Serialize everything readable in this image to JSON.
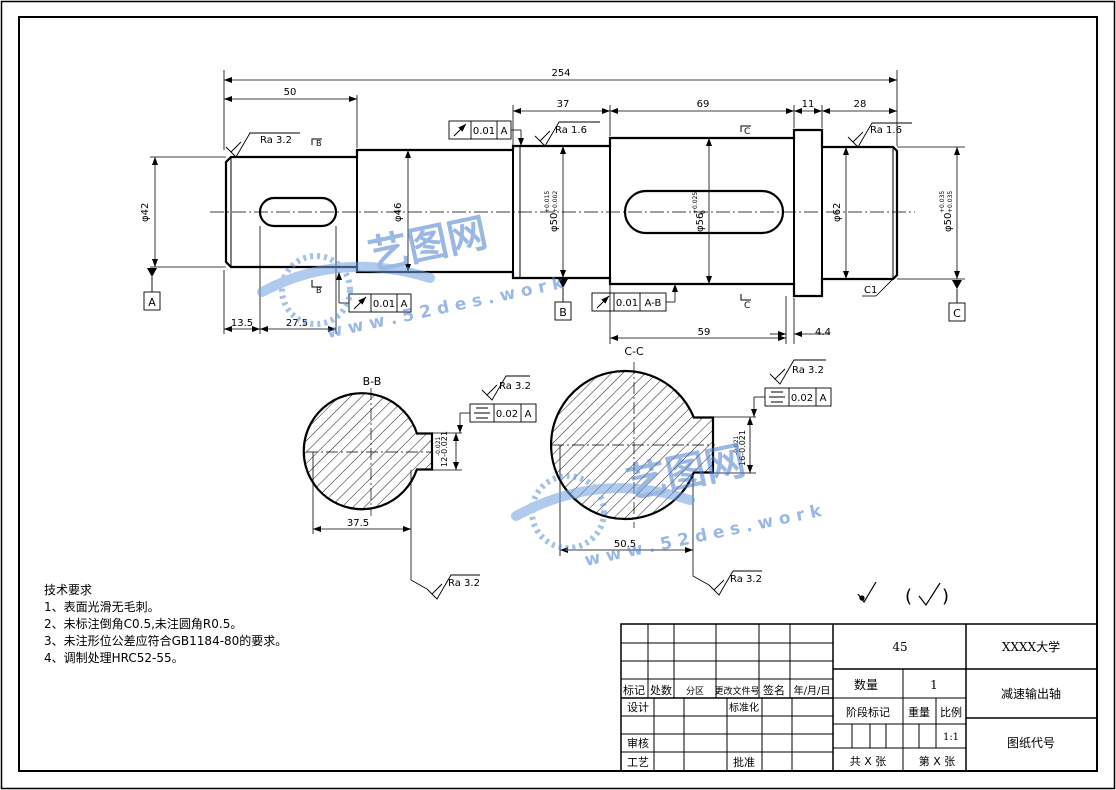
{
  "dimensions": {
    "overall_length": "254",
    "left_segment": "50",
    "seg_37": "37",
    "seg_69": "69",
    "seg_11": "11",
    "seg_28": "28",
    "bottom_13_5": "13.5",
    "bottom_27_5": "27.5",
    "bottom_59": "59",
    "bottom_4_4": "4.4",
    "phi42": "φ42",
    "phi46": "φ46",
    "phi50_left": "φ50",
    "phi50_left_tol_upper": "+0.015",
    "phi50_left_tol_lower": "+0.002",
    "phi56": "φ56",
    "phi56_tol_upper": "+0.025",
    "phi56_tol_lower": "0",
    "phi62": "φ62",
    "phi50_right": "φ50",
    "phi50_right_tol_upper": "+0.035",
    "phi50_right_tol_lower": "+0.035",
    "chamfer": "C1"
  },
  "roughness": {
    "ra32": "Ra 3.2",
    "ra16": "Ra 1.6"
  },
  "tolerance_frames": {
    "runout_a_value": "0.01",
    "runout_a_datum": "A",
    "runout_ab_value": "0.01",
    "runout_ab_datum": "A-B",
    "sym_bb_value": "0.02",
    "sym_bb_datum": "A",
    "sym_cc_value": "0.02",
    "sym_cc_datum": "A"
  },
  "datums": {
    "a": "A",
    "b": "B",
    "c": "C"
  },
  "section_marks": {
    "b_upper": "B",
    "b_lower": "B",
    "c_upper": "C",
    "c_lower": "C"
  },
  "sections": {
    "bb_title": "B-B",
    "bb_width": "37.5",
    "bb_keyway": "12-0.021",
    "bb_keyway_tol": "-0.021",
    "cc_title": "C-C",
    "cc_width": "50.5",
    "cc_keyway": "16-0.021",
    "cc_keyway_tol": "-0.021"
  },
  "watermarks": [
    {
      "main": "艺图网",
      "url": "w w w . 5 2 d e s . w o r k"
    },
    {
      "main": "艺图网",
      "url": "w w w . 5 2 d e s . w o r k"
    }
  ],
  "requirements": {
    "heading": "技术要求",
    "items": [
      "1、表面光滑无毛刺。",
      "2、未标注倒角C0.5,未注圆角R0.5。",
      "3、未注形位公差应符合GB1184-80的要求。",
      "4、调制处理HRC52-55。"
    ]
  },
  "symbols": {
    "rest_open": "(",
    "rest_close": ")"
  },
  "title_block": {
    "material": "45",
    "school": "XXXX大学",
    "part_name": "减速输出轴",
    "drawing_code": "图纸代号",
    "quantity_label": "数量",
    "quantity_value": "1",
    "stage_label": "阶段标记",
    "weight_label": "重量",
    "scale_label": "比例",
    "scale_value": "1:1",
    "total_sheets": "共 X 张",
    "sheet_no": "第 X 张",
    "col_mark": "标记",
    "col_count": "处数",
    "col_zone": "分区",
    "col_doc": "更改文件号",
    "col_sign": "签名",
    "col_date": "年/月/日",
    "design": "设计",
    "standard": "标准化",
    "review": "审核",
    "process": "工艺",
    "approve": "批准"
  }
}
